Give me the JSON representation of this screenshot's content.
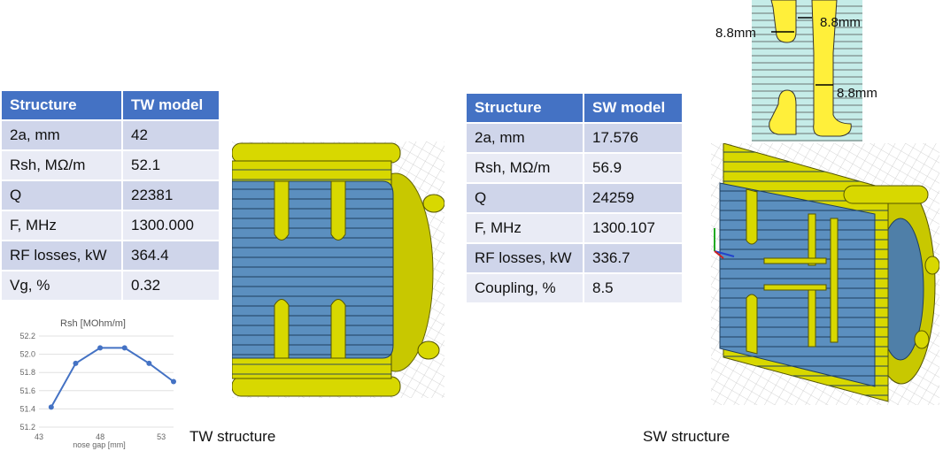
{
  "tw_table": {
    "header": [
      "Structure",
      "TW model"
    ],
    "rows": [
      [
        "2a, mm",
        "42"
      ],
      [
        "Rsh, MΩ/m",
        "52.1"
      ],
      [
        "Q",
        "22381"
      ],
      [
        "F, MHz",
        "1300.000"
      ],
      [
        "RF losses, kW",
        "364.4"
      ],
      [
        "Vg, %",
        "0.32"
      ]
    ]
  },
  "sw_table": {
    "header": [
      "Structure",
      "SW model"
    ],
    "rows": [
      [
        "2a, mm",
        "17.576"
      ],
      [
        "Rsh, MΩ/m",
        "56.9"
      ],
      [
        "Q",
        "24259"
      ],
      [
        "F, MHz",
        "1300.107"
      ],
      [
        "RF losses, kW",
        "336.7"
      ],
      [
        "Coupling, %",
        "8.5"
      ]
    ]
  },
  "captions": {
    "tw": "TW structure",
    "sw": "SW structure"
  },
  "dimensions": [
    "8.8mm",
    "8.8mm",
    "8.8mm"
  ],
  "colors": {
    "header_blue": "#4472c4",
    "row_dark": "#cfd5ea",
    "row_light": "#e9ebf5",
    "metal_yellow": "#d8d800",
    "vacuum_blue": "#5b8fbf",
    "chart_line": "#4472c4"
  },
  "chart_data": {
    "type": "line",
    "title": "Rsh [MOhm/m]",
    "xlabel": "nose gap [mm]",
    "ylabel": "",
    "x": [
      44,
      46,
      48,
      50,
      52,
      54
    ],
    "values": [
      51.42,
      51.9,
      52.07,
      52.07,
      51.9,
      51.7
    ],
    "xlim": [
      43,
      54
    ],
    "ylim": [
      51.2,
      52.2
    ],
    "xticks": [
      43,
      48,
      53
    ],
    "yticks": [
      51.2,
      51.4,
      51.6,
      51.8,
      52.0,
      52.2
    ],
    "ytick_labels": [
      "51.2",
      "51.4",
      "51.6",
      "51.8",
      "52.0",
      "52.2"
    ],
    "grid": true
  }
}
